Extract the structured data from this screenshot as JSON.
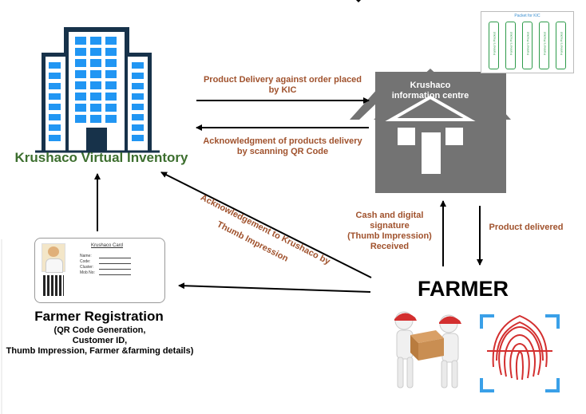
{
  "nodes": {
    "inventory_title": "Krushaco Virtual Inventory",
    "info_centre_line1": "Krushaco",
    "info_centre_line2": "information centre",
    "farmer_title": "FARMER",
    "registration_title": "Farmer Registration",
    "registration_details": [
      "(QR Code Generation,",
      "Customer ID,",
      "Thumb Impression, Farmer &farming details)"
    ]
  },
  "edges": {
    "delivery_line1": "Product Delivery against order placed",
    "delivery_line2": "by KIC",
    "ack_delivery_line1": "Acknowledgment of products delivery",
    "ack_delivery_line2": "by scanning QR Code",
    "ack_farmer_line1": "Acknowledgement to Krushaco by",
    "ack_farmer_line2": "Thumb Impression",
    "cash_line1": "Cash and digital",
    "cash_line2": "signature",
    "cash_line3": "(Thumb Impression)",
    "cash_line4": "Received",
    "product_delivered": "Product delivered"
  },
  "card": {
    "title": "Krushaco Card",
    "fields": [
      "Name:",
      "Code:",
      "Cluster:",
      "Mob No:"
    ]
  },
  "packet_panel": {
    "title": "Packet for KIC",
    "packets": [
      "Farmer's Packet",
      "Farmer's Packet",
      "Farmer's Packet",
      "Farmer's Packet",
      "Farmer's Packet"
    ]
  },
  "colors": {
    "brown_text": "#a0522d",
    "green_text": "#3c6e2e",
    "building_blue": "#2196f3",
    "building_dark": "#17324a",
    "house_gray": "#737373",
    "packet_green": "#2d9b4a",
    "scanner_blue": "#3aa0e8",
    "fingerprint_red": "#d32f2f"
  }
}
